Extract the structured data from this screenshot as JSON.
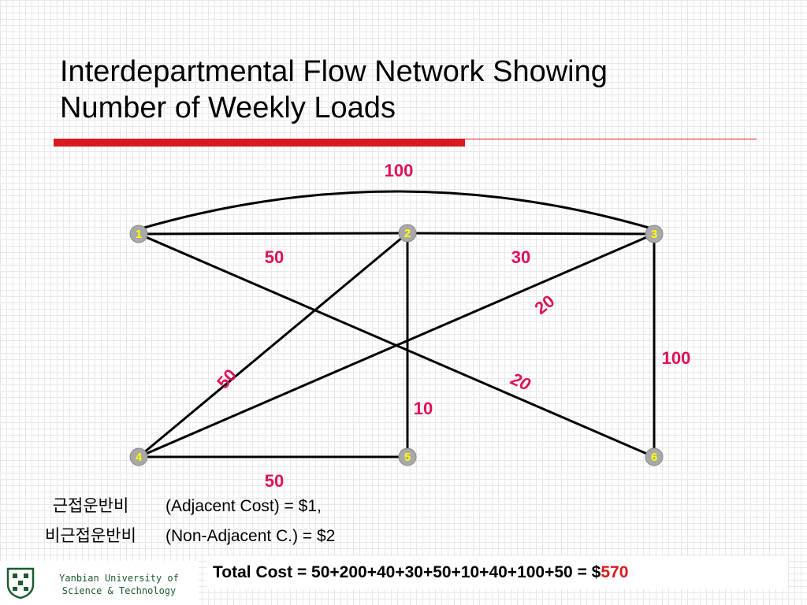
{
  "title": {
    "line1": "Interdepartmental Flow Network Showing",
    "line2": "Number of Weekly Loads"
  },
  "colors": {
    "accent_red": "#d9191c",
    "label_red": "#e0105a",
    "node_fill": "#a9a9a9",
    "node_text": "#ffff00",
    "edge": "#000000",
    "footer_green": "#1a5c2e"
  },
  "network": {
    "nodes": [
      {
        "id": "1",
        "label": "1"
      },
      {
        "id": "2",
        "label": "2"
      },
      {
        "id": "3",
        "label": "3"
      },
      {
        "id": "4",
        "label": "4"
      },
      {
        "id": "5",
        "label": "5"
      },
      {
        "id": "6",
        "label": "6"
      }
    ],
    "edges": [
      {
        "from": "1",
        "to": "3",
        "label": "100"
      },
      {
        "from": "1",
        "to": "2",
        "label": "50"
      },
      {
        "from": "2",
        "to": "3",
        "label": "30"
      },
      {
        "from": "4",
        "to": "3",
        "label": "20"
      },
      {
        "from": "1",
        "to": "6",
        "label": "20"
      },
      {
        "from": "3",
        "to": "6",
        "label": "100"
      },
      {
        "from": "2",
        "to": "4",
        "label": "50"
      },
      {
        "from": "2",
        "to": "5",
        "label": "10"
      },
      {
        "from": "4",
        "to": "5",
        "label": "50"
      }
    ]
  },
  "costs": {
    "adjacent_ko": "근접운반비",
    "adjacent_en": "(Adjacent Cost) = $1,",
    "nonadjacent_ko": "비근접운반비",
    "nonadjacent_en": "(Non-Adjacent C.) = $2"
  },
  "footer": {
    "university_line1": "Yanbian University of",
    "university_line2": "Science & Technology"
  },
  "total": {
    "prefix": "Total Cost = 50+200+40+30+50+10+40+100+50 = $",
    "value": "570"
  }
}
